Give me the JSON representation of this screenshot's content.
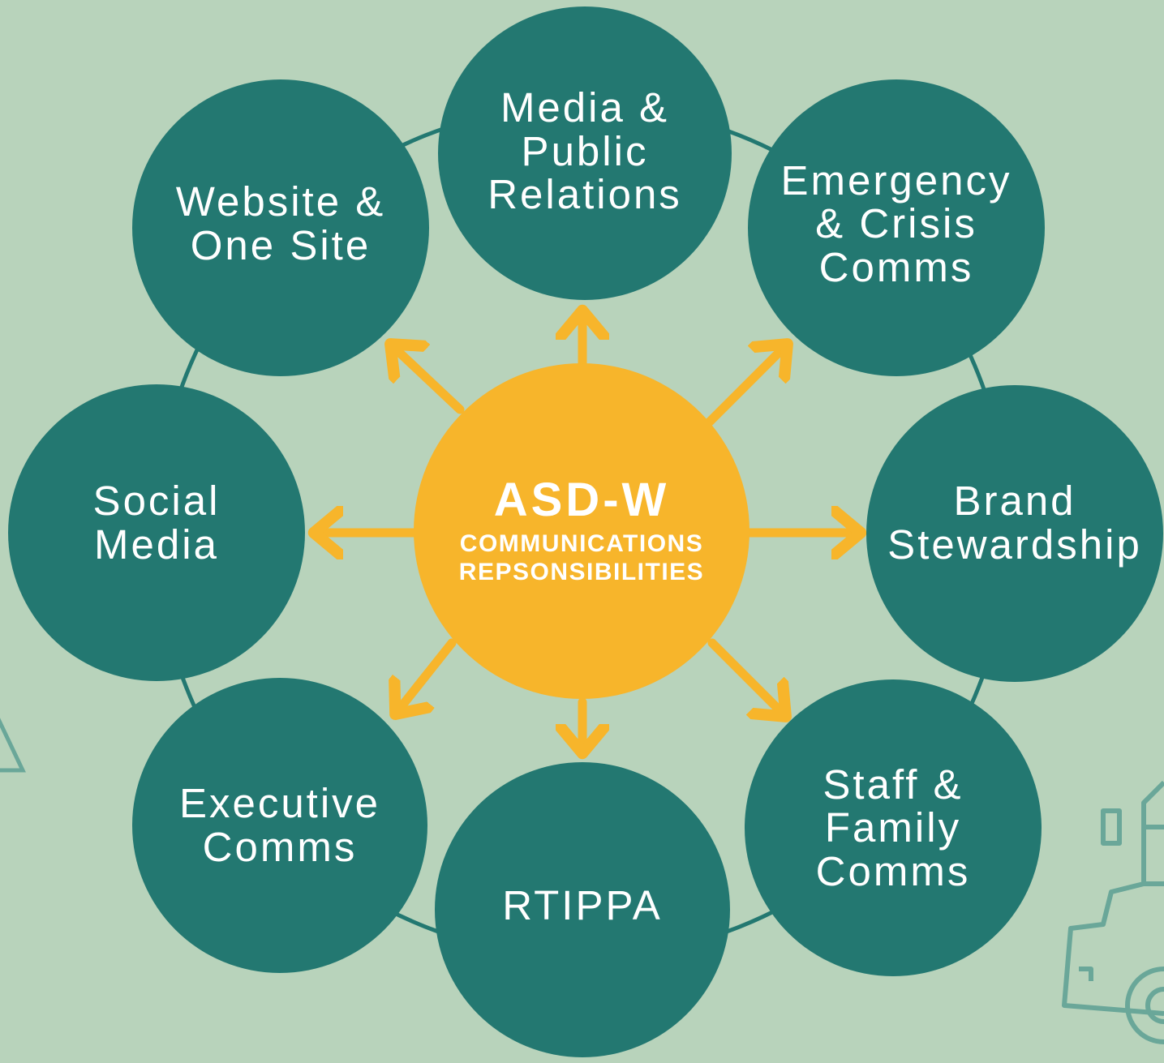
{
  "diagram": {
    "center": {
      "title": "ASD-W",
      "subtitle_line1": "COMMUNICATIONS",
      "subtitle_line2": "REPSONSIBILITIES"
    },
    "nodes": [
      {
        "id": "media",
        "label": "Media &\nPublic\nRelations"
      },
      {
        "id": "emergency",
        "label": "Emergency\n& Crisis\nComms"
      },
      {
        "id": "brand",
        "label": "Brand\nStewardship"
      },
      {
        "id": "staff",
        "label": "Staff &\nFamily\nComms"
      },
      {
        "id": "rtippa",
        "label": "RTIPPA"
      },
      {
        "id": "executive",
        "label": "Executive\nComms"
      },
      {
        "id": "social",
        "label": "Social\nMedia"
      },
      {
        "id": "website",
        "label": "Website &\nOne Site"
      }
    ]
  },
  "colors": {
    "background": "#b8d3bb",
    "node_fill": "#237871",
    "center_fill": "#f7b52b",
    "arrow": "#f7b52b",
    "ring_line": "#237871",
    "decor_outline": "#6aa799"
  }
}
